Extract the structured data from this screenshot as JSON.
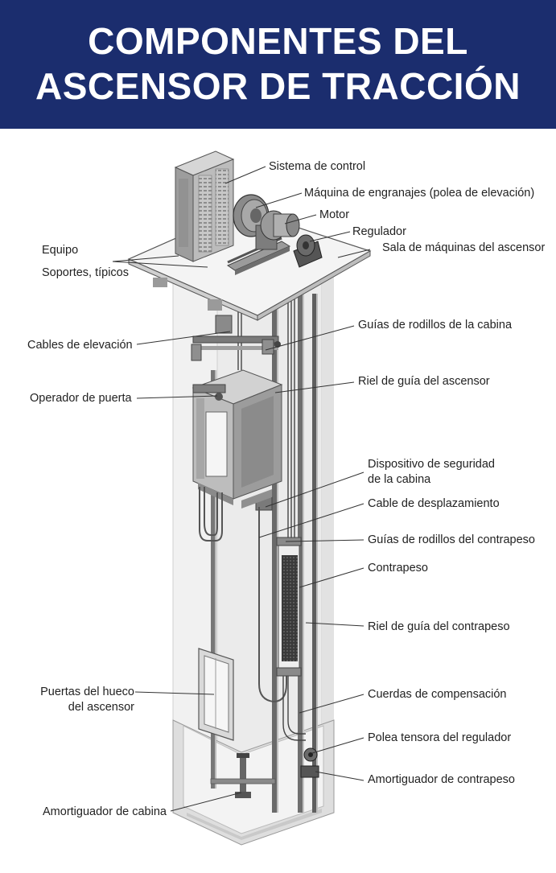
{
  "header": {
    "title_line1": "COMPONENTES DEL",
    "title_line2": "ASCENSOR DE TRACCIÓN"
  },
  "colors": {
    "header_bg": "#1b2d6e",
    "header_text": "#ffffff",
    "label_text": "#222222",
    "line": "#333333"
  },
  "labels": {
    "sistema_control": "Sistema de control",
    "maquina_engranajes": "Máquina de engranajes (polea de elevación)",
    "motor": "Motor",
    "regulador": "Regulador",
    "sala_maquinas": "Sala de máquinas del ascensor",
    "equipo": "Equipo",
    "soportes": "Soportes, típicos",
    "cables_elevacion": "Cables de elevación",
    "guias_rodillos_cabina": "Guías de rodillos de la cabina",
    "riel_guia_ascensor": "Riel de guía del ascensor",
    "operador_puerta": "Operador de puerta",
    "dispositivo_seguridad_1": "Dispositivo de seguridad",
    "dispositivo_seguridad_2": "de la cabina",
    "cable_desplazamiento": "Cable de desplazamiento",
    "guias_rodillos_contrapeso": "Guías de rodillos del contrapeso",
    "contrapeso": "Contrapeso",
    "riel_guia_contrapeso": "Riel de guía del contrapeso",
    "puertas_hueco_1": "Puertas del hueco",
    "puertas_hueco_2": "del ascensor",
    "cuerdas_compensacion": "Cuerdas de compensación",
    "polea_tensora": "Polea tensora del regulador",
    "amortiguador_contrapeso": "Amortiguador de contrapeso",
    "amortiguador_cabina": "Amortiguador de cabina"
  }
}
